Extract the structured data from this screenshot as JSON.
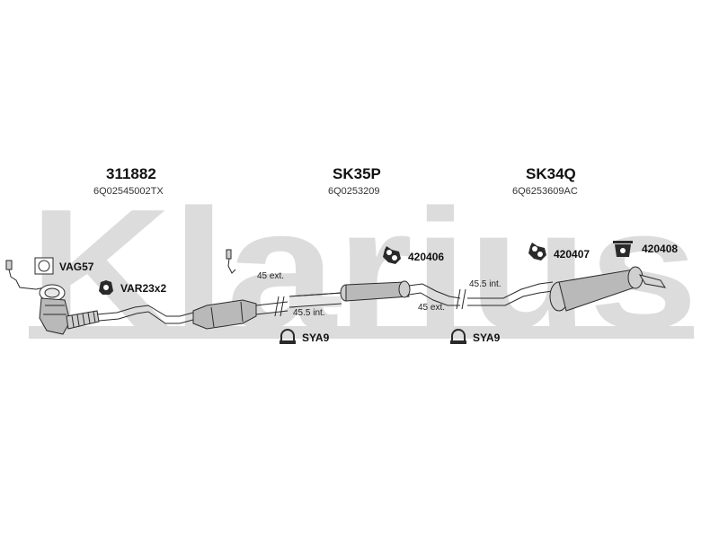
{
  "diagram": {
    "watermark": "Klarius",
    "colors": {
      "watermark": "#dcdcdc",
      "line": "#2a2a2a",
      "part_fill": "#b9b9b9"
    },
    "part_groups": [
      {
        "part_number": "311882",
        "oem_number": "6Q02545002TX"
      },
      {
        "part_number": "SK35P",
        "oem_number": "6Q0253209"
      },
      {
        "part_number": "SK34Q",
        "oem_number": "6Q6253609AC"
      }
    ],
    "accessories": [
      {
        "code": "VAG57",
        "icon": "gasket-ring-icon"
      },
      {
        "code": "VAR23x2",
        "icon": "rubber-mount-icon"
      },
      {
        "code": "420406",
        "icon": "rubber-hanger-icon"
      },
      {
        "code": "420407",
        "icon": "rubber-hanger-icon"
      },
      {
        "code": "420408",
        "icon": "rubber-hanger-icon"
      },
      {
        "code": "SYA9",
        "icon": "pipe-clamp-icon"
      },
      {
        "code": "SYA9",
        "icon": "pipe-clamp-icon"
      }
    ],
    "dimensions": [
      {
        "text": "45 ext."
      },
      {
        "text": "45.5 int."
      },
      {
        "text": "45.5 int."
      },
      {
        "text": "45 ext."
      }
    ]
  }
}
